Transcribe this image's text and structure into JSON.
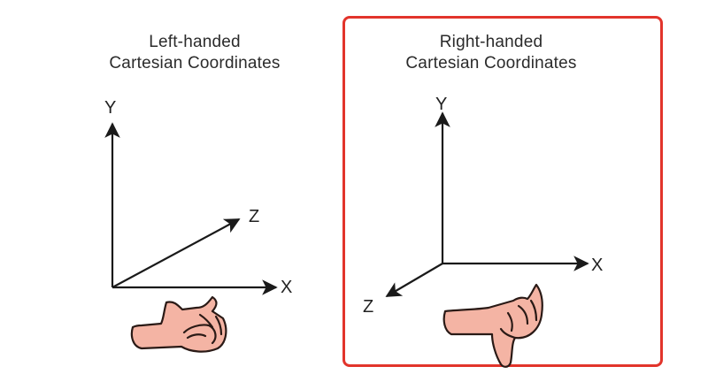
{
  "left_panel": {
    "title_line1": "Left-handed",
    "title_line2": "Cartesian Coordinates",
    "axes": {
      "y": "Y",
      "z": "Z",
      "x": "X"
    },
    "hand_icon": "left-hand-icon"
  },
  "right_panel": {
    "title_line1": "Right-handed",
    "title_line2": "Cartesian Coordinates",
    "axes": {
      "y": "Y",
      "x": "X",
      "z": "Z"
    },
    "hand_icon": "right-hand-icon",
    "highlighted": true
  },
  "colors": {
    "highlight_border": "#e2342b",
    "axis": "#1a1a1a",
    "hand_fill": "#f4b4a4",
    "hand_outline": "#2a1a16"
  }
}
